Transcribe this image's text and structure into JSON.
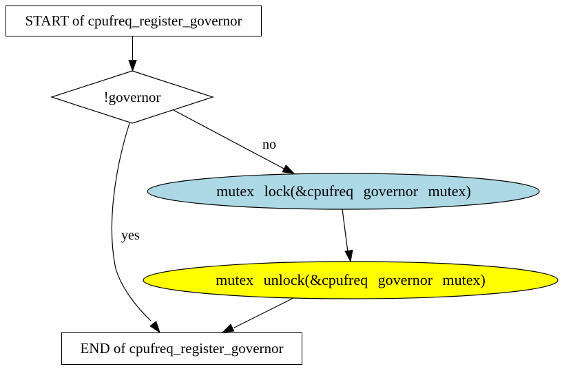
{
  "diagram": {
    "background_color": "#ffffff",
    "stroke_color": "#000000",
    "nodes": [
      {
        "id": "start",
        "shape": "rectangle",
        "label": "START of cpufreq_register_governor",
        "fill": "#ffffff"
      },
      {
        "id": "governor-check",
        "shape": "diamond",
        "label": "!governor",
        "fill": "#ffffff"
      },
      {
        "id": "mutex-lock",
        "shape": "ellipse",
        "label": "mutex lock(&cpufreq governor mutex)",
        "fill": "#ADD8E6"
      },
      {
        "id": "mutex-unlock",
        "shape": "ellipse",
        "label": "mutex unlock(&cpufreq governor mutex)",
        "fill": "#FFFF00"
      },
      {
        "id": "end",
        "shape": "rectangle",
        "label": "END of cpufreq_register_governor",
        "fill": "#ffffff"
      }
    ],
    "edges": [
      {
        "from": "start",
        "to": "governor-check",
        "label": ""
      },
      {
        "from": "governor-check",
        "to": "mutex-lock",
        "label": "no"
      },
      {
        "from": "governor-check",
        "to": "end",
        "label": "yes"
      },
      {
        "from": "mutex-lock",
        "to": "mutex-unlock",
        "label": ""
      },
      {
        "from": "mutex-unlock",
        "to": "end",
        "label": ""
      }
    ]
  }
}
